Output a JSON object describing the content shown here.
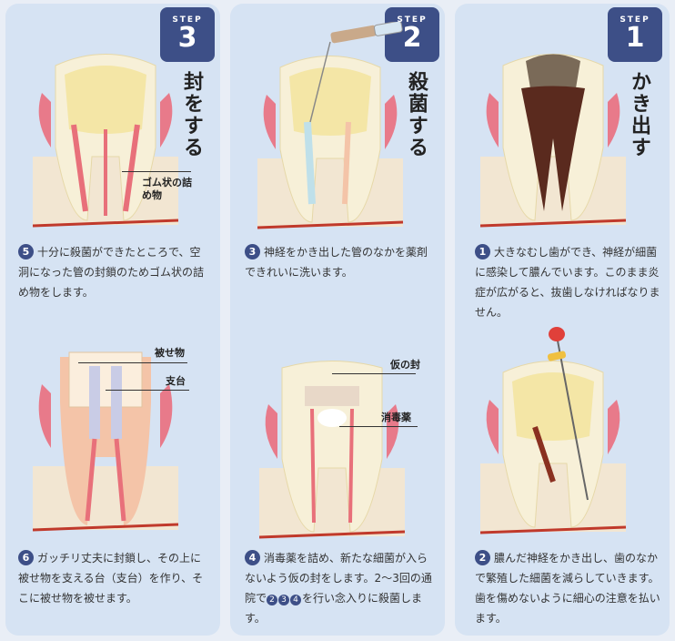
{
  "steps": [
    {
      "step_label": "STEP",
      "step_number": "3",
      "title": "封をする",
      "top_callout": "ゴム状の詰め物",
      "caption_top_num": "5",
      "caption_top": "十分に殺菌ができたところで、空洞になった管の封鎖のためゴム状の詰め物をします。",
      "callout_a": "被せ物",
      "callout_b": "支台",
      "caption_bottom_num": "6",
      "caption_bottom": "ガッチリ丈夫に封鎖し、その上に被せ物を支える台（支台）を作り、そこに被せ物を被せます。"
    },
    {
      "step_label": "STEP",
      "step_number": "2",
      "title": "殺菌する",
      "caption_top_num": "3",
      "caption_top": "神経をかき出した管のなかを薬剤できれいに洗います。",
      "callout_a": "仮の封",
      "callout_b": "消毒薬",
      "caption_bottom_num": "4",
      "caption_bottom_1": "消毒薬を詰め、新たな細菌が入らないよう仮の封をします。2〜3回の通院で",
      "caption_bottom_refs": [
        "2",
        "3",
        "4"
      ],
      "caption_bottom_2": "を行い念入りに殺菌します。"
    },
    {
      "step_label": "STEP",
      "step_number": "1",
      "title": "かき出す",
      "caption_top_num": "1",
      "caption_top": "大きなむし歯ができ、神経が細菌に感染して膿んでいます。このまま炎症が広がると、抜歯しなければなりません。",
      "caption_bottom_num": "2",
      "caption_bottom": "膿んだ神経をかき出し、歯のなかで繁殖した細菌を減らしていきます。歯を傷めないように細心の注意を払います。"
    }
  ],
  "colors": {
    "panel": "#d6e3f3",
    "badge": "#3d4f87",
    "gum": "#e87a8a",
    "dentin": "#f6ecc3",
    "enamel": "#fbf6e6",
    "bone": "#f4ead8",
    "decay": "#5a2a1e"
  }
}
